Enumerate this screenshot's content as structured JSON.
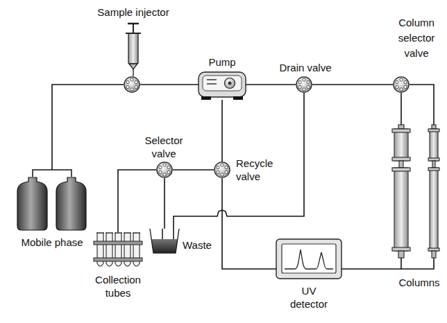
{
  "diagram": {
    "nodes": [
      {
        "text": [
          "Sample injector"
        ]
      },
      {
        "text": [
          "Pump"
        ]
      },
      {
        "text": [
          "Drain valve"
        ]
      },
      {
        "text": [
          "Column selector valve"
        ]
      },
      {
        "text": [
          "Selector valve"
        ]
      },
      {
        "text": [
          "Recycle valve"
        ]
      },
      {
        "text": [
          "Mobile phase"
        ]
      },
      {
        "text": [
          "Waste"
        ]
      },
      {
        "text": [
          "Collection tubes"
        ]
      },
      {
        "text": [
          "UV detector"
        ]
      },
      {
        "text": [
          "Columns"
        ]
      }
    ],
    "edges": [
      {
        "from": 6,
        "to": 0,
        "arrow": "none"
      },
      {
        "from": 0,
        "to": 1,
        "arrow": "none"
      },
      {
        "from": 1,
        "to": 2,
        "arrow": "none"
      },
      {
        "from": 2,
        "to": 3,
        "arrow": "none"
      },
      {
        "from": 3,
        "to": 10,
        "arrow": "none"
      },
      {
        "from": 10,
        "to": 9,
        "arrow": "none"
      },
      {
        "from": 9,
        "to": 5,
        "arrow": "none"
      },
      {
        "from": 5,
        "to": 1,
        "arrow": "none"
      },
      {
        "from": 5,
        "to": 4,
        "arrow": "none"
      },
      {
        "from": 4,
        "to": 8,
        "arrow": "none"
      },
      {
        "from": 4,
        "to": 7,
        "arrow": "none"
      },
      {
        "from": 2,
        "to": 7,
        "arrow": "none"
      }
    ]
  }
}
